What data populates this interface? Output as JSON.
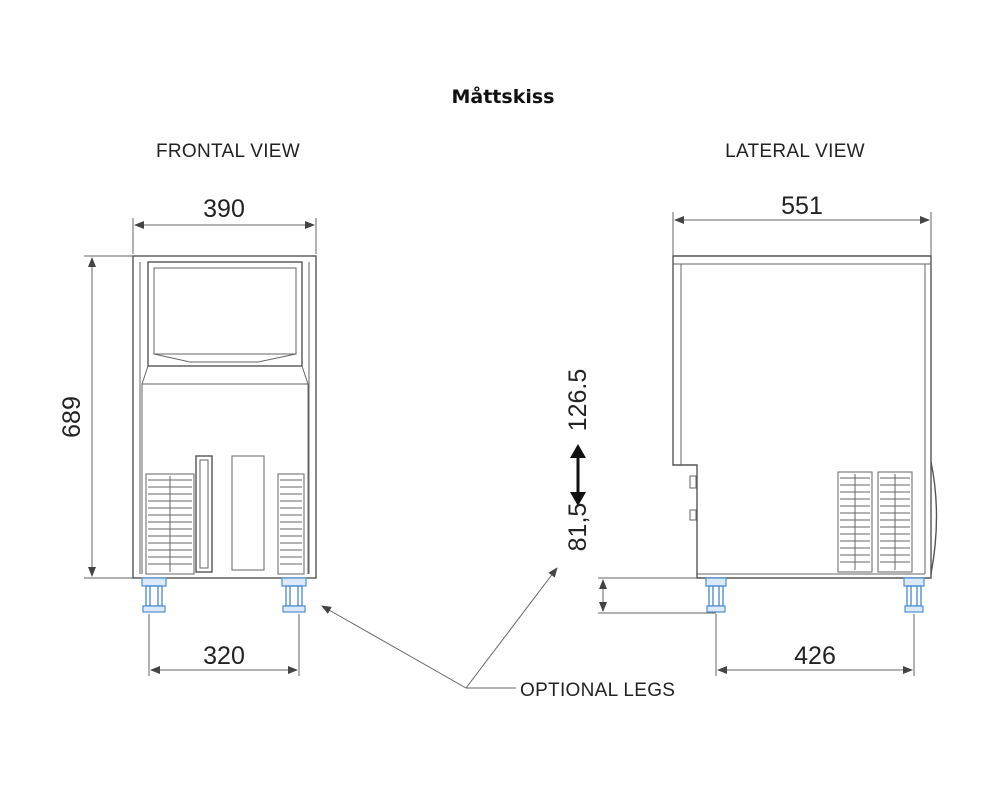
{
  "title": "Måttskiss",
  "views": {
    "frontal": "FRONTAL VIEW",
    "lateral": "LATERAL VIEW"
  },
  "dimensions": {
    "front_width": "390",
    "front_height": "689",
    "front_leg_spacing": "320",
    "side_depth": "551",
    "side_leg_spacing": "426",
    "leg_height_min": "81,5",
    "leg_height_max": "126.5"
  },
  "annotation": "OPTIONAL LEGS",
  "colors": {
    "outline": "#555555",
    "legs": "#4f8fd6",
    "text": "#222222"
  }
}
